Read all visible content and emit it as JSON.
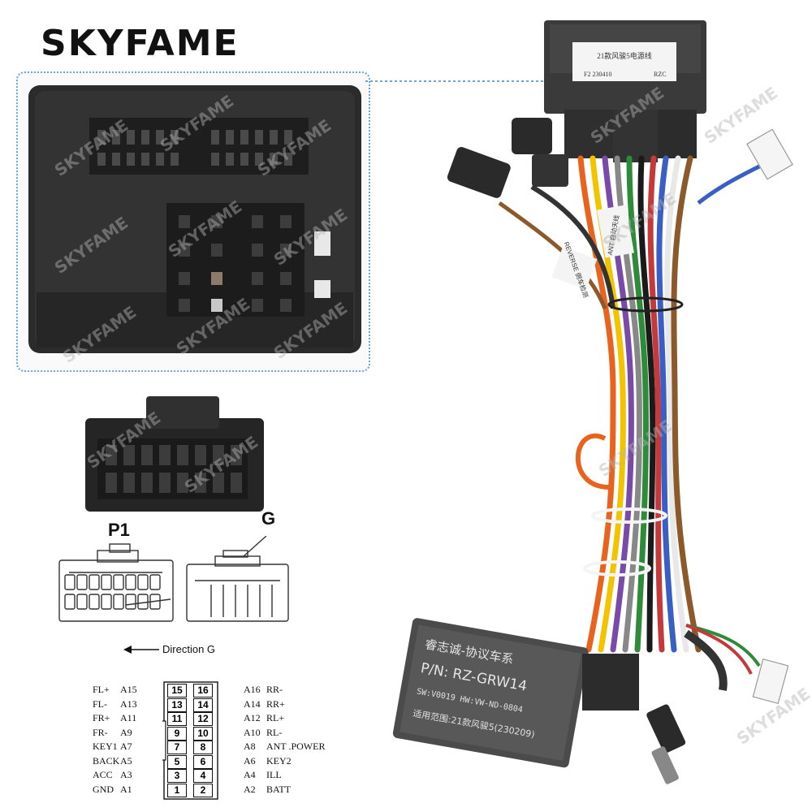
{
  "brand": {
    "name": "SKYFAME"
  },
  "connector_labels": {
    "p1": "P1",
    "g": "G"
  },
  "direction_label": "Direction G",
  "power_box_label": {
    "line1": "21款风骏5电源线",
    "line2": "F2 230410",
    "line3": "RZC"
  },
  "canbus_label": {
    "line1": "睿志诚-协议车系",
    "line2": "P/N: RZ-GRW14",
    "line3": "SW:V0019   HW:VW-ND-0804",
    "line4": "适用范围:21款风骏5(230209)"
  },
  "wire_tags": {
    "ant": "ANT 自动天线",
    "reverse": "REVERSE 倒车检测"
  },
  "pinout": {
    "rows": [
      {
        "left_name": "FL+",
        "left_pin": "A15",
        "num_left": "15",
        "num_right": "16",
        "right_pin": "A16",
        "right_name": "RR-"
      },
      {
        "left_name": "FL-",
        "left_pin": "A13",
        "num_left": "13",
        "num_right": "14",
        "right_pin": "A14",
        "right_name": "RR+"
      },
      {
        "left_name": "FR+",
        "left_pin": "A11",
        "num_left": "11",
        "num_right": "12",
        "right_pin": "A12",
        "right_name": "RL+"
      },
      {
        "left_name": "FR-",
        "left_pin": "A9",
        "num_left": "9",
        "num_right": "10",
        "right_pin": "A10",
        "right_name": "RL-"
      },
      {
        "left_name": "KEY1",
        "left_pin": "A7",
        "num_left": "7",
        "num_right": "8",
        "right_pin": "A8",
        "right_name": "ANT .POWER"
      },
      {
        "left_name": "BACK",
        "left_pin": "A5",
        "num_left": "5",
        "num_right": "6",
        "right_pin": "A6",
        "right_name": "KEY2"
      },
      {
        "left_name": "ACC",
        "left_pin": "A3",
        "num_left": "3",
        "num_right": "4",
        "right_pin": "A4",
        "right_name": "ILL"
      },
      {
        "left_name": "GND",
        "left_pin": "A1",
        "num_left": "1",
        "num_right": "2",
        "right_pin": "A2",
        "right_name": "BATT"
      }
    ]
  },
  "watermark": "SKYFAME",
  "colors": {
    "housing": "#2a2a2a",
    "dotted_border": "#6aa6d8",
    "accent_orange": "#e8641e"
  }
}
